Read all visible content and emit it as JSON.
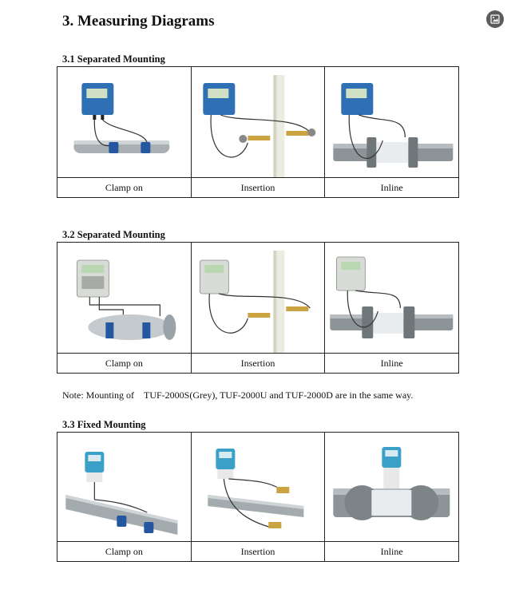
{
  "page_title": "3.  Measuring Diagrams",
  "sections": [
    {
      "title": "3.1 Separated Mounting",
      "captions": [
        "Clamp on",
        "Insertion",
        "Inline"
      ]
    },
    {
      "title": "3.2 Separated Mounting",
      "captions": [
        "Clamp on",
        "Insertion",
        "Inline"
      ]
    },
    {
      "title": "3.3 Fixed Mounting",
      "captions": [
        "Clamp on",
        "Insertion",
        "Inline"
      ]
    }
  ],
  "note": {
    "prefix": "Note: Mounting of",
    "text": "TUF-2000S(Grey), TUF-2000U and TUF-2000D are in the same way."
  },
  "icons": {
    "corner": "image-search-icon"
  },
  "colors": {
    "blue_meter": "#2f6fb3",
    "grey_meter": "#d8dcd6",
    "pipe": "#9aa3a8",
    "clamp": "#2557a0"
  }
}
